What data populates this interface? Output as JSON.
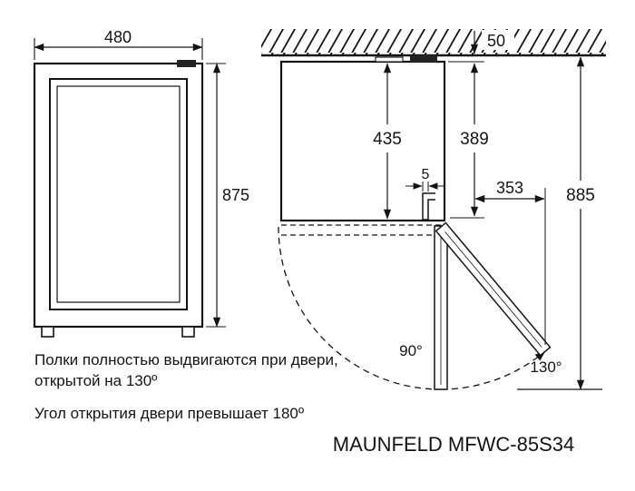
{
  "front_view": {
    "width": "480",
    "height": "875"
  },
  "side_view": {
    "top_clearance": "50",
    "inner_depth": "435",
    "door_height": "389",
    "hinge_gap": "5",
    "open_clearance": "353",
    "total_height": "885",
    "angle_90": "90°",
    "angle_130": "130°"
  },
  "notes": {
    "line1": "Полки полностью выдвигаются при двери,",
    "line2": "открытой на 130º",
    "line3": "Угол открытия двери превышает 180º"
  },
  "title": "MAUNFELD MFWC-85S34"
}
